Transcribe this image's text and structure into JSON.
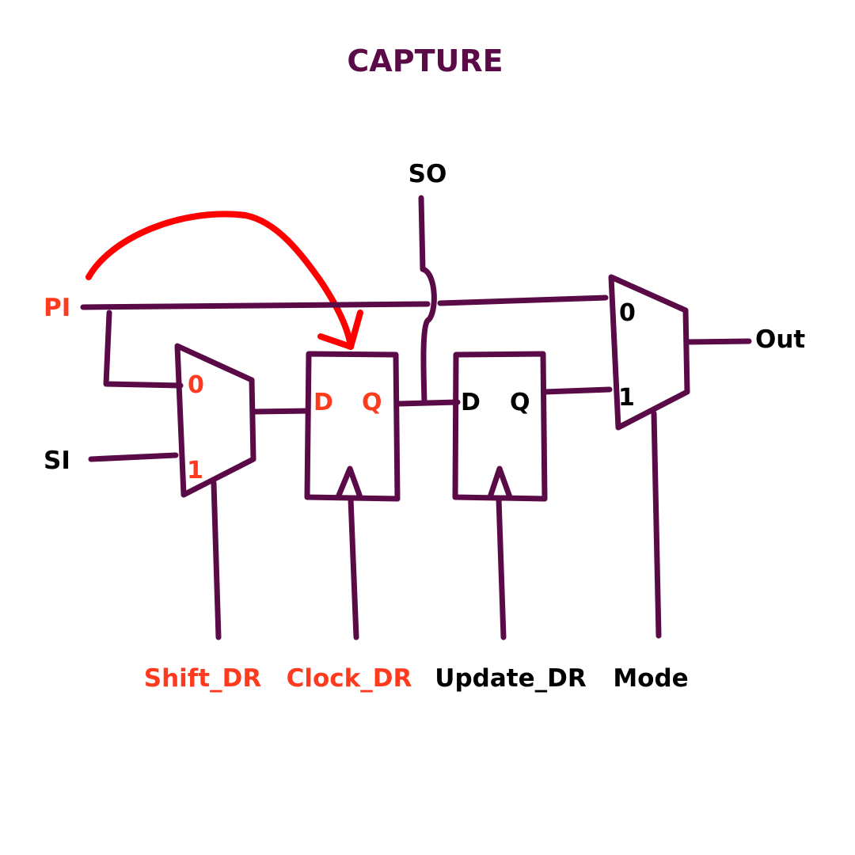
{
  "title": "CAPTURE",
  "colors": {
    "wire": "#5a0a47",
    "title": "#5a0a47",
    "highlight": "#ff3b1f",
    "text": "#000000",
    "arrow": "#ff0000"
  },
  "signals": {
    "pi": "PI",
    "si": "SI",
    "so": "SO",
    "out": "Out"
  },
  "controls": {
    "shift_dr": "Shift_DR",
    "clock_dr": "Clock_DR",
    "update_dr": "Update_DR",
    "mode": "Mode"
  },
  "mux1": {
    "in0": "0",
    "in1": "1"
  },
  "ff1": {
    "d": "D",
    "q": "Q"
  },
  "ff2": {
    "d": "D",
    "q": "Q"
  },
  "mux2": {
    "in0": "0",
    "in1": "1"
  }
}
